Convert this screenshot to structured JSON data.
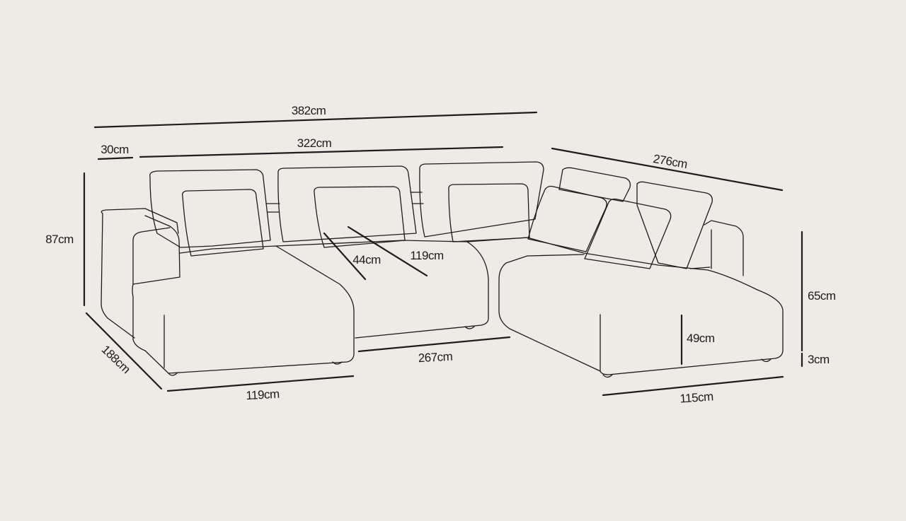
{
  "colors": {
    "background": "#eeeae6",
    "line": "#1c1c1c"
  },
  "dimensions": {
    "overall_width": "382cm",
    "armrest_width": "30cm",
    "inner_width": "322cm",
    "side_length": "276cm",
    "total_height": "87cm",
    "chaise_depth": "188cm",
    "chaise_width": "119cm",
    "seat_depth_44": "44cm",
    "seat_depth_119": "119cm",
    "middle_width": "267cm",
    "right_depth": "115cm",
    "seat_height": "49cm",
    "back_height": "65cm",
    "leg_height": "3cm"
  }
}
